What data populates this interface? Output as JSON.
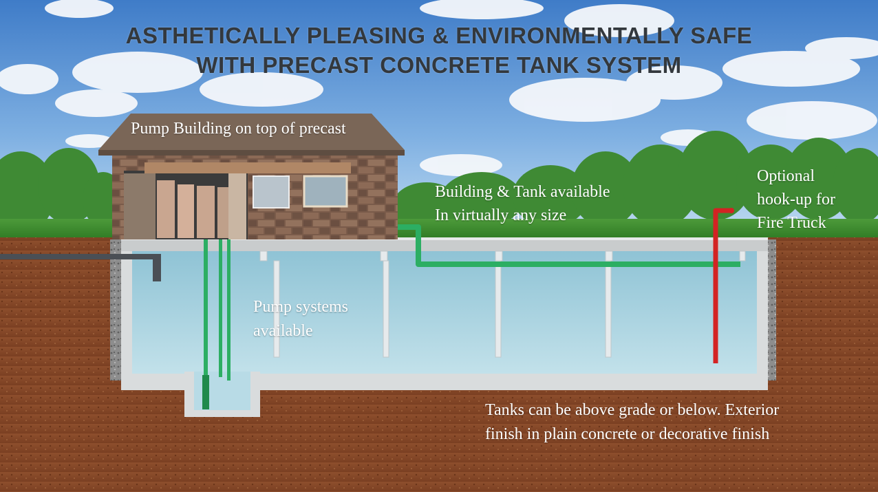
{
  "title": {
    "line1": "ASTHETICALLY PLEASING & ENVIRONMENTALLY SAFE",
    "line2": "WITH PRECAST CONCRETE TANK SYSTEM"
  },
  "labels": {
    "pump_building": "Pump Building on top of precast",
    "building_tank_l1": "Building  & Tank available",
    "building_tank_l2": "In virtually any size",
    "fire_l1": "Optional",
    "fire_l2": "hook-up for",
    "fire_l3": "Fire Truck",
    "pump_sys_l1": "Pump systems",
    "pump_sys_l2": "available",
    "tanks_l1": "Tanks can be above  grade or below.  Exterior",
    "tanks_l2": "finish in plain concrete or decorative finish"
  },
  "colors": {
    "sky": "#6a9bd6",
    "soil": "#8a4a2a",
    "water": "#a7d3e0",
    "pipe_green": "#2cae63",
    "pipe_red": "#d32323",
    "title_text": "#33383d"
  }
}
